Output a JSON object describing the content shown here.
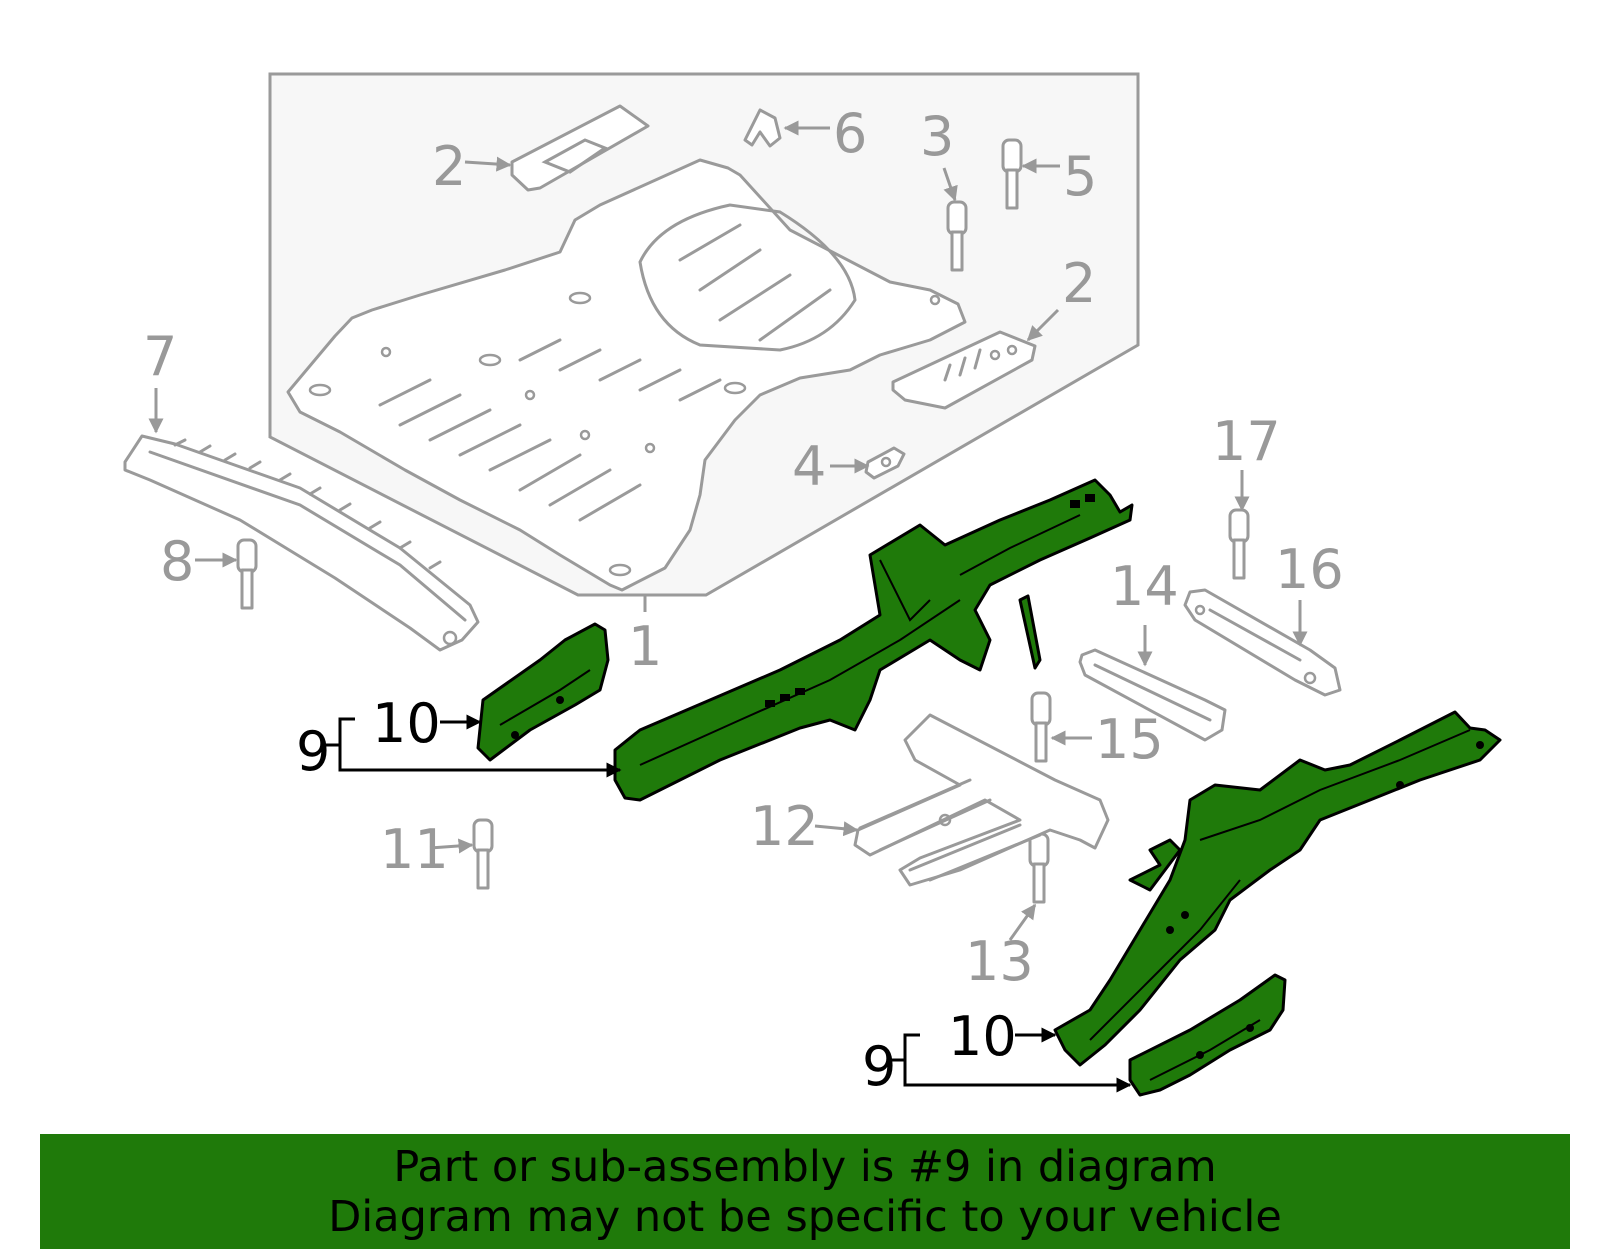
{
  "colors": {
    "highlight": "#1f7a0a",
    "ghost_stroke": "#9a9a9a",
    "callout_gray": "#999999",
    "callout_black": "#000000",
    "banner_bg": "#1f7a0a"
  },
  "callouts": {
    "c1": "1",
    "c2a": "2",
    "c2b": "2",
    "c3": "3",
    "c4": "4",
    "c5": "5",
    "c6": "6",
    "c7": "7",
    "c8": "8",
    "c9a": "9",
    "c9b": "9",
    "c10a": "10",
    "c10b": "10",
    "c11": "11",
    "c12": "12",
    "c13": "13",
    "c14": "14",
    "c15": "15",
    "c16": "16",
    "c17": "17"
  },
  "banner": {
    "line1": "Part or sub-assembly is #9 in diagram",
    "line2": "Diagram may not be specific to your vehicle"
  }
}
